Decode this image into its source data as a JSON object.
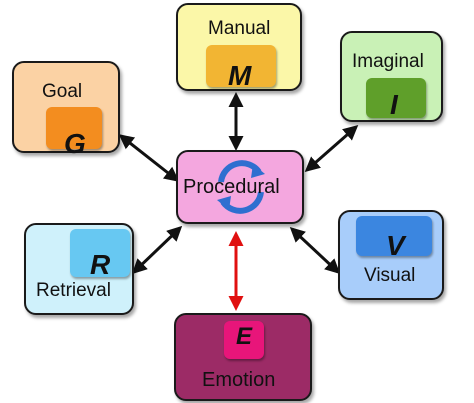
{
  "diagram": {
    "central": {
      "label": "Procedural"
    },
    "modules": {
      "manual": {
        "label": "Manual",
        "letter": "M"
      },
      "imaginal": {
        "label": "Imaginal",
        "letter": "I"
      },
      "goal": {
        "label": "Goal",
        "letter": "G"
      },
      "retrieval": {
        "label": "Retrieval",
        "letter": "R"
      },
      "visual": {
        "label": "Visual",
        "letter": "V"
      },
      "emotion": {
        "label": "Emotion",
        "letter": "E"
      }
    },
    "colors": {
      "procedural_fill": "#f4a7df",
      "manual_fill": "#fbf7a8",
      "manual_chip": "#f2b533",
      "imaginal_fill": "#c9f1b6",
      "imaginal_chip": "#5f9f2a",
      "goal_fill": "#fbd2a4",
      "goal_chip": "#f38d1f",
      "retrieval_fill": "#cff1fb",
      "retrieval_chip": "#67c8f2",
      "visual_fill": "#a8cdfa",
      "visual_chip": "#3b86e0",
      "emotion_fill": "#9c2b66",
      "emotion_chip": "#e8157a",
      "arrow_black": "#111111",
      "arrow_red": "#e01010",
      "cycle_arrows": "#2f6fd0"
    }
  }
}
